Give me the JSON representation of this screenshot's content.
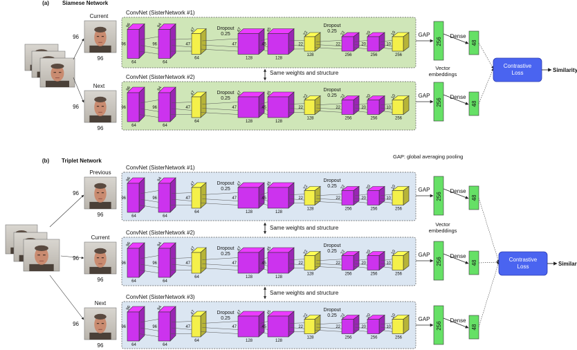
{
  "panel_a": {
    "marker": "(a)",
    "title": "Siamese Network",
    "frames": [
      {
        "label": "Current",
        "dim_left": "96",
        "dim_bottom": "96"
      },
      {
        "label": "Next",
        "dim_left": "96",
        "dim_bottom": "96"
      }
    ],
    "networks": [
      "ConvNet (SisterNetwork #1)",
      "ConvNet (SisterNetwork #2)"
    ],
    "shared_note": "Same weights and structure",
    "vector_label": "Vector\nembeddings"
  },
  "panel_b": {
    "marker": "(b)",
    "title": "Triplet Network",
    "gap_note": "GAP: global averaging pooling",
    "frames": [
      {
        "label": "Previous",
        "dim_left": "96",
        "dim_bottom": "96"
      },
      {
        "label": "Current",
        "dim_left": "96",
        "dim_bottom": "96"
      },
      {
        "label": "Next",
        "dim_left": "96",
        "dim_bottom": "96"
      }
    ],
    "networks": [
      "ConvNet (SisterNetwork #1)",
      "ConvNet (SisterNetwork #2)",
      "ConvNet (SisterNetwork #3)"
    ],
    "shared_note": "Same weights and structure",
    "vector_label": "Vector\nembeddings"
  },
  "layers": [
    {
      "kind": "conv",
      "top": "96",
      "side": "96",
      "bottom": "64"
    },
    {
      "kind": "conv",
      "top": "94",
      "side": "96",
      "bottom": "64"
    },
    {
      "kind": "pool",
      "top": "47",
      "side": "47",
      "bottom": "64"
    },
    {
      "kind": "conv",
      "top": "47",
      "side": "47",
      "bottom": "128"
    },
    {
      "kind": "conv",
      "top": "45",
      "side": "45",
      "bottom": "128"
    },
    {
      "kind": "pool",
      "top": "22",
      "side": "22",
      "bottom": "128"
    },
    {
      "kind": "conv",
      "top": "22",
      "side": "22",
      "bottom": "256"
    },
    {
      "kind": "conv",
      "top": "20",
      "side": "20",
      "bottom": "256"
    },
    {
      "kind": "pool",
      "top": "10",
      "side": "10",
      "bottom": "256"
    }
  ],
  "dropout_label": "Dropout\n0.25",
  "gap_label": "GAP",
  "gap_value": "256",
  "dense_label": "Dense",
  "dense_value": "48",
  "loss_label": "Contrastive\nLoss",
  "output_label": "Similarity",
  "colors": {
    "conv": "#cc33ee",
    "pool": "#f4f04a",
    "dense": "#66e066",
    "loss": "#4a64f0",
    "panel_a_bg": "#cfe6b8",
    "panel_b_bg": "#dbe6f2"
  }
}
